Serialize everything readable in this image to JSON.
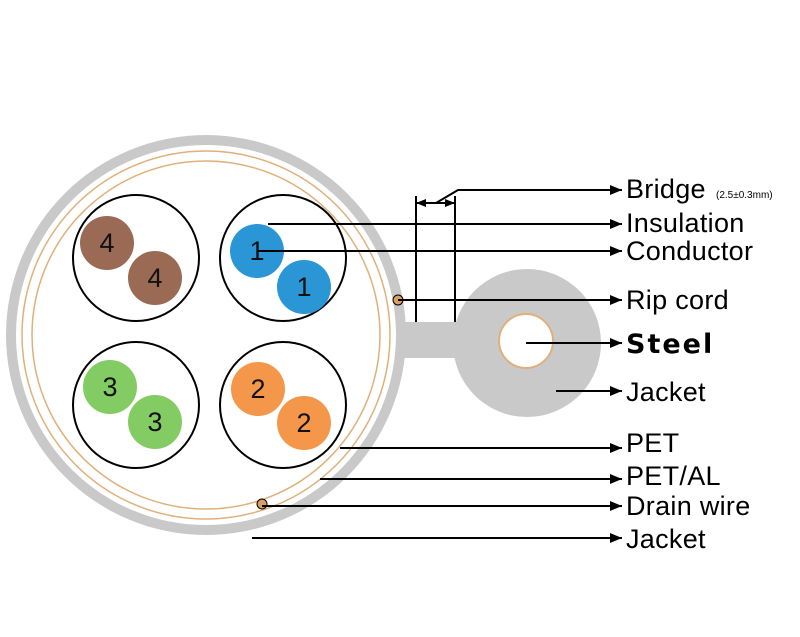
{
  "labels": {
    "bridge": "Bridge",
    "bridge_spec": "(2.5±0.3mm)",
    "insulation": "Insulation",
    "conductor": "Conductor",
    "rip_cord": "Rip cord",
    "steel": "Steel",
    "jacket_messenger": "Jacket",
    "pet": "PET",
    "pet_al": "PET/AL",
    "drain_wire": "Drain wire",
    "jacket_outer": "Jacket"
  },
  "pairs": [
    {
      "id": "4",
      "numbers": [
        "4",
        "4"
      ],
      "color": "#9b6a55"
    },
    {
      "id": "1",
      "numbers": [
        "1",
        "1"
      ],
      "color": "#2b96d6"
    },
    {
      "id": "3",
      "numbers": [
        "3",
        "3"
      ],
      "color": "#83cc63"
    },
    {
      "id": "2",
      "numbers": [
        "2",
        "2"
      ],
      "color": "#f4974a"
    }
  ],
  "colors": {
    "jacket": "#c9c9c9",
    "foil_ring": "#e0b07a",
    "line": "#000000"
  }
}
